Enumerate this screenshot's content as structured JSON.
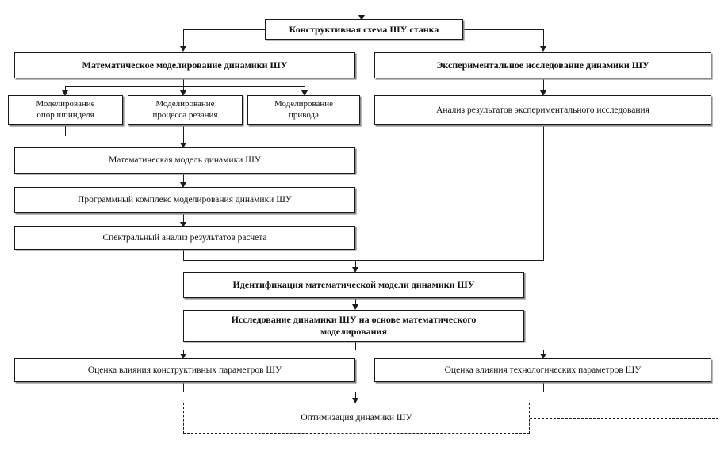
{
  "diagram": {
    "title_node": {
      "label": "Конструктивная схема ШУ станка"
    },
    "nodes": [
      {
        "id": "math_model_block",
        "label": "Математическое моделирование динамики ШУ"
      },
      {
        "id": "experimental_block",
        "label": "Экспериментальное исследование динамики ШУ"
      },
      {
        "id": "model_supports_l1",
        "label": "Моделирование",
        "label2": "опор шпинделя"
      },
      {
        "id": "model_cutting_l1",
        "label": "Моделирование",
        "label2": "процесса резания"
      },
      {
        "id": "model_drive_l1",
        "label": "Моделирование",
        "label2": "привода"
      },
      {
        "id": "analysis_experiment",
        "label": "Анализ результатов экспериментального исследования"
      },
      {
        "id": "math_model",
        "label": "Математическая модель динамики ШУ"
      },
      {
        "id": "software_complex",
        "label": "Программный комплекс моделирования динамики ШУ"
      },
      {
        "id": "spectral_analysis",
        "label": "Спектральный анализ результатов расчета"
      },
      {
        "id": "identification",
        "label": "Идентификация математической модели динамики ШУ"
      },
      {
        "id": "research_dynamics",
        "label": "Исследование динамики ШУ на основе математического",
        "label2": "моделирования"
      },
      {
        "id": "constructive_params",
        "label": "Оценка влияния конструктивных параметров ШУ"
      },
      {
        "id": "technological_params",
        "label": "Оценка влияния технологических параметров ШУ"
      },
      {
        "id": "optimization",
        "label": "Оптимизация динамики ШУ"
      }
    ],
    "colors": {
      "line": "#1a1a1a",
      "box_fill": "#ffffff",
      "shadow": "#8a8a8a"
    }
  }
}
